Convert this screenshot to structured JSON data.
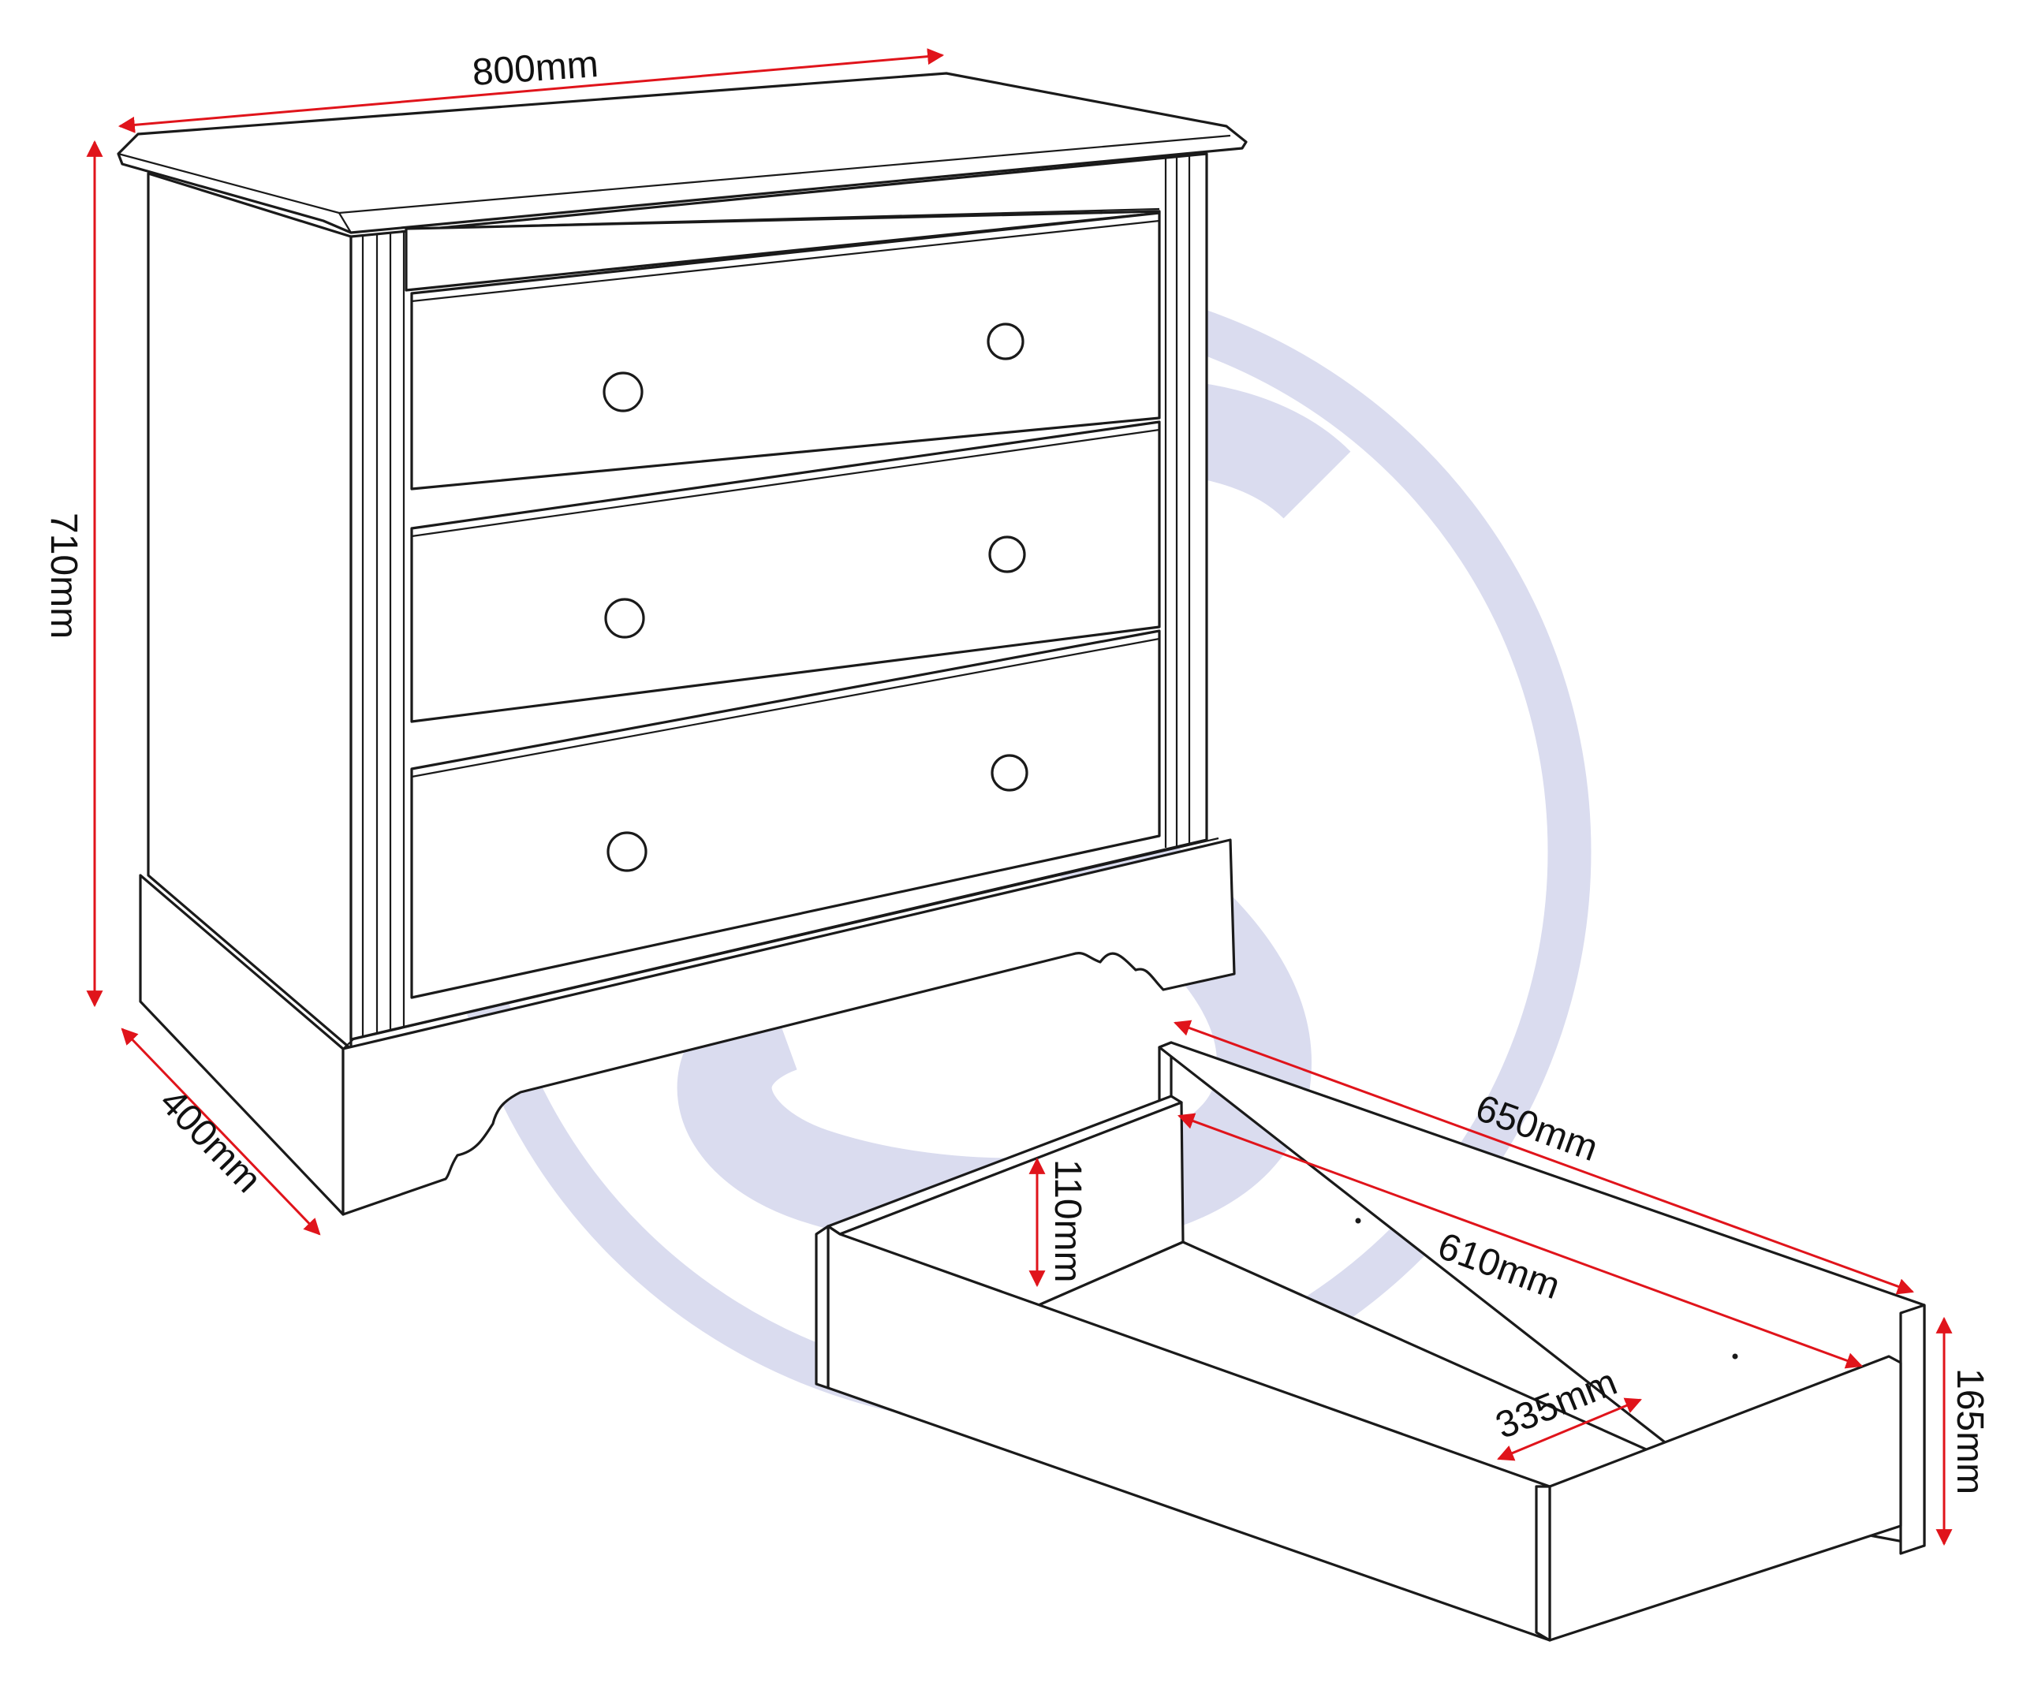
{
  "colors": {
    "dimension_arrow": "#e0141b",
    "outline": "#1a1a1a",
    "watermark": "#dadcef"
  },
  "dimensions": {
    "width": "800mm",
    "height": "710mm",
    "depth": "400mm",
    "drawer_outer_length": "650mm",
    "drawer_inner_length": "610mm",
    "drawer_inner_height": "110mm",
    "drawer_inner_width": "335mm",
    "drawer_front_height": "165mm"
  }
}
